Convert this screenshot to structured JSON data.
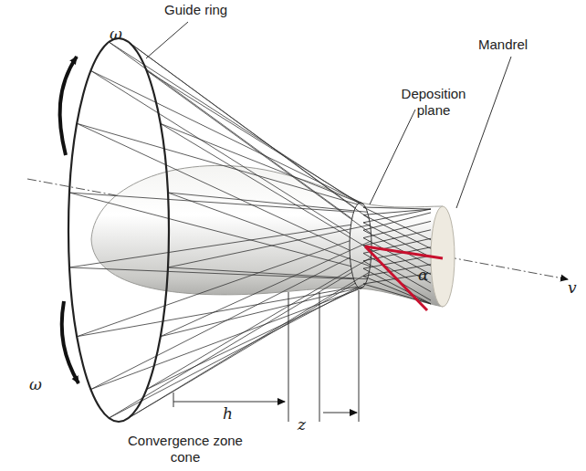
{
  "diagram": {
    "labels": [
      "Guide ring",
      "Deposition plane",
      "Mandrel",
      "ω",
      "ω",
      "α",
      "v",
      "h",
      "z",
      "Convergence zone cone"
    ]
  }
}
